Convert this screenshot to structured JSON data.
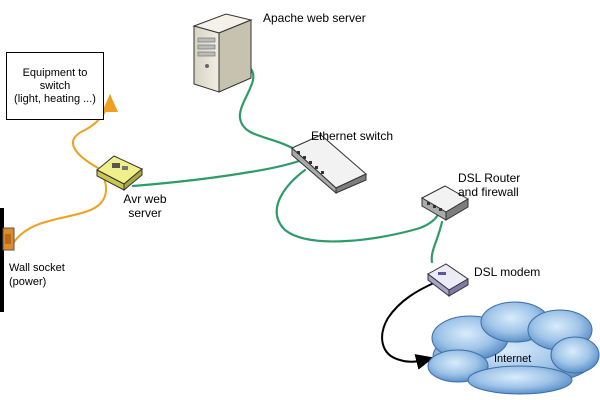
{
  "diagram": {
    "nodes": {
      "apache": {
        "label": "Apache web server",
        "icon": "server-tower-icon"
      },
      "switch": {
        "label": "Ethernet switch",
        "icon": "ethernet-switch-icon"
      },
      "router": {
        "label_line1": "DSL Router",
        "label_line2": "and firewall",
        "icon": "router-icon"
      },
      "modem": {
        "label": "DSL modem",
        "icon": "modem-icon"
      },
      "internet": {
        "label": "Internet",
        "icon": "cloud-icon"
      },
      "avr": {
        "label_line1": "Avr web",
        "label_line2": "server",
        "icon": "avr-board-icon"
      },
      "equipment": {
        "label_line1": "Equipment to",
        "label_line2": "switch",
        "label_line3": "(light, heating ...)"
      },
      "wall": {
        "label_line1": "Wall socket",
        "label_line2": "(power)",
        "icon": "wall-socket-icon"
      }
    },
    "colors": {
      "network_cable": "#2e9c6a",
      "power_cable": "#f0a020",
      "phone_cable": "#000000",
      "cloud": "#6a9cd0"
    }
  }
}
